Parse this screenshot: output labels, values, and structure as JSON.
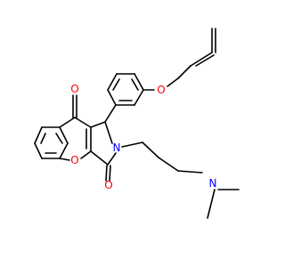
{
  "colors": {
    "bond": "#000000",
    "oxygen": "#ff0000",
    "nitrogen": "#0000ff",
    "background": "#ffffff"
  },
  "atoms": {
    "ketone_oxygen": "O",
    "lactam_oxygen": "O",
    "ring_oxygen": "O",
    "ether_oxygen": "O",
    "lactam_nitrogen": "N",
    "amine_nitrogen": "N"
  }
}
